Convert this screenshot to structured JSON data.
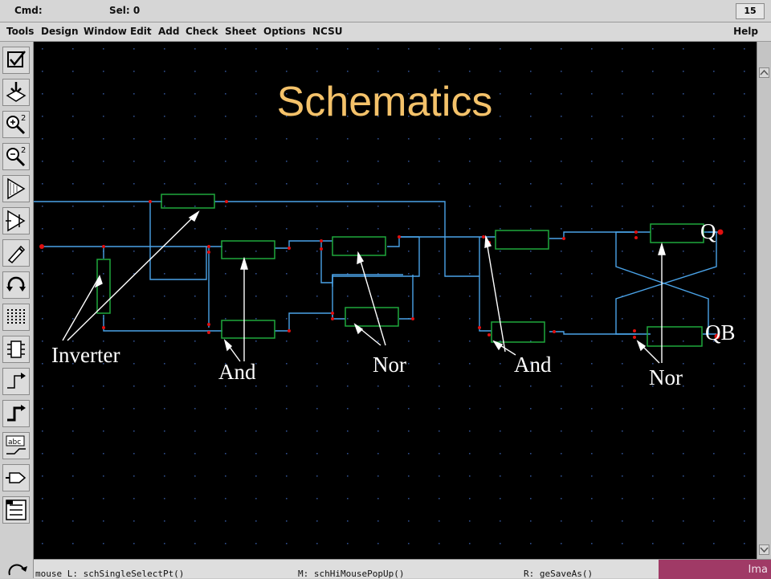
{
  "status_bar": {
    "cmd_label": "Cmd:",
    "sel_label": "Sel: 0",
    "page_number": "15"
  },
  "menu": [
    "Tools",
    "Design",
    "Window",
    "Edit",
    "Add",
    "Check",
    "Sheet",
    "Options",
    "NCSU"
  ],
  "help_label": "Help",
  "toolbar_icons": [
    "check-icon",
    "save-icon",
    "zoom-in-icon",
    "zoom-out-icon",
    "fit-icon",
    "stretch-icon",
    "delete-icon",
    "undo-icon",
    "property-icon",
    "instance-icon",
    "wire-narrow-icon",
    "wire-wide-icon",
    "label-icon",
    "pin-icon",
    "hierarchy-icon"
  ],
  "slide": {
    "title": "Schematics"
  },
  "annotations": {
    "inverter": "Inverter",
    "and1": "And",
    "nor1": "Nor",
    "and2": "And",
    "nor2": "Nor",
    "q": "Q",
    "qb": "QB"
  },
  "bottom_bar": {
    "mouse_left": "mouse L: schSingleSelectPt()",
    "mouse_middle": "M: schHiMousePopUp()",
    "mouse_right": "R: geSaveAs()",
    "tab_label": "Ima"
  },
  "colors": {
    "canvas_bg": "#000000",
    "wire": "#4aa3e8",
    "component": "#1fa83c",
    "pin": "#e01010",
    "title": "#f4c26a",
    "annotation": "#ffffff",
    "grid_dot": "#2e4d8a"
  }
}
